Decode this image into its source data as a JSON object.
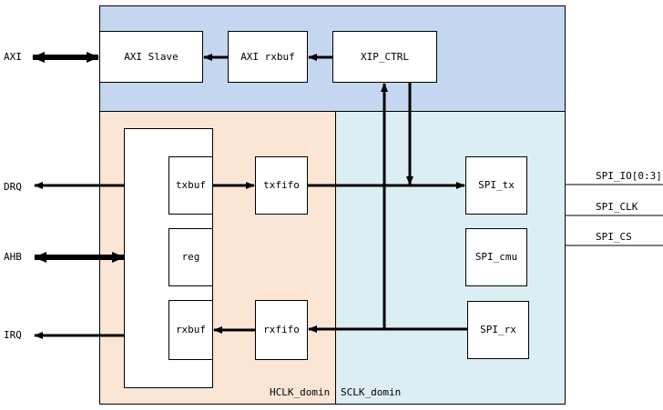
{
  "colors": {
    "axi_region": "#c5d7f0",
    "hclk_region": "#fbe6d6",
    "sclk_region": "#dbeef3",
    "line": "#000000"
  },
  "blocks": {
    "axi_slave": "AXI Slave",
    "axi_rxbuf": "AXI rxbuf",
    "xip_ctrl": "XIP_CTRL",
    "txbuf": "txbuf",
    "reg": "reg",
    "rxbuf": "rxbuf",
    "txfifo": "txfifo",
    "rxfifo": "rxfifo",
    "spi_tx": "SPI_tx",
    "spi_cmu": "SPI_cmu",
    "spi_rx": "SPI_rx"
  },
  "domains": {
    "hclk": "HCLK_domin",
    "sclk": "SCLK_domin"
  },
  "ports": {
    "axi": "AXI",
    "drq": "DRQ",
    "ahb": "AHB",
    "irq": "IRQ",
    "spi_io": "SPI_IO[0:3]",
    "spi_clk": "SPI_CLK",
    "spi_cs": "SPI_CS"
  }
}
